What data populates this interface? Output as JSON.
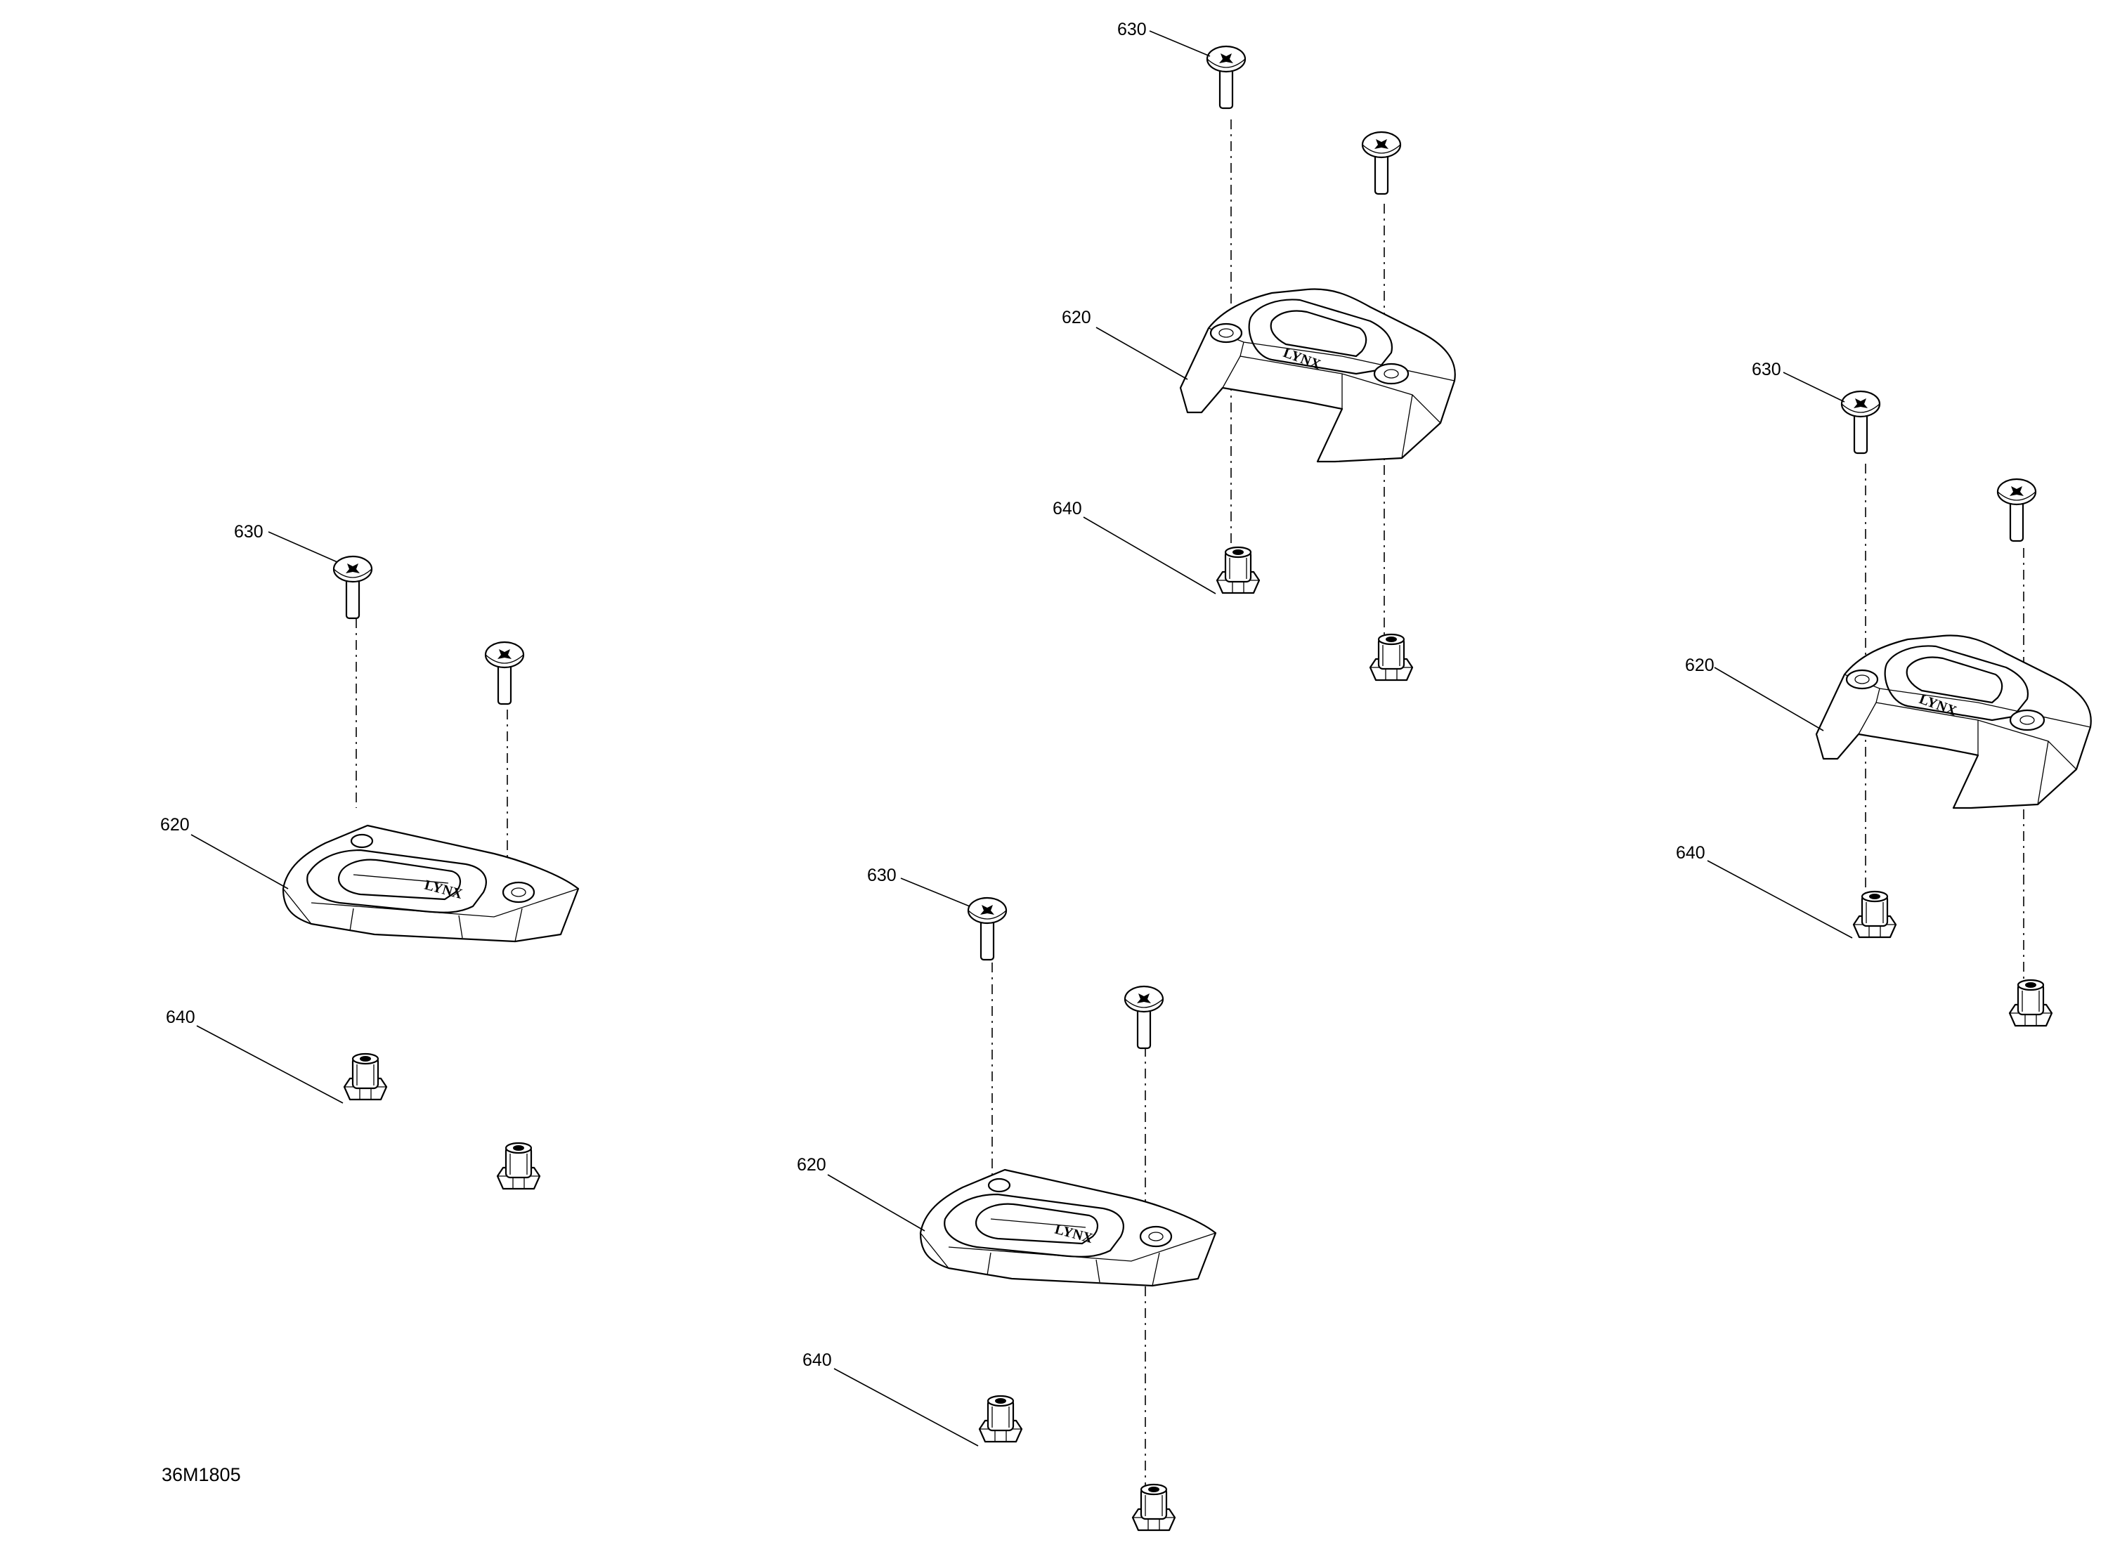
{
  "drawing_code": "36M1805",
  "brand_embossing": "LYNX",
  "assemblies": [
    {
      "callouts": {
        "screw": "630",
        "bracket": "620",
        "nut": "640"
      }
    },
    {
      "callouts": {
        "screw": "630",
        "bracket": "620",
        "nut": "640"
      }
    },
    {
      "callouts": {
        "screw": "630",
        "bracket": "620",
        "nut": "640"
      }
    },
    {
      "callouts": {
        "screw": "630",
        "bracket": "620",
        "nut": "640"
      }
    }
  ],
  "icons": {
    "screw": "torx-screw-icon",
    "nut": "flange-nut-icon",
    "bracket": "bumper-bracket-icon"
  }
}
